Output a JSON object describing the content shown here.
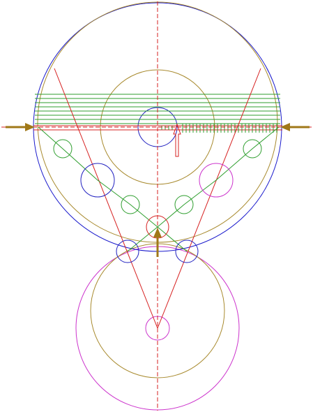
{
  "diagram": {
    "colors": {
      "background": "#ffffff",
      "outer_circle": "#1a1acc",
      "tan": "#a88a2e",
      "red": "#d62020",
      "green": "#2e9e2e",
      "blue": "#2020c0",
      "magenta": "#cc33cc",
      "arrow": "#a07818"
    },
    "elements": [
      "outer-circle",
      "upper-pitch-circle",
      "upper-inner-circle",
      "center-hub-circle",
      "horizontal-band-lines",
      "left-force-arrow",
      "right-force-arrow",
      "center-up-arrow",
      "small-open-arrow",
      "red-v-lines",
      "green-links",
      "lower-gear-circle",
      "lower-pitch-circle",
      "lower-hub-circle",
      "vertical-centerline",
      "horizontal-centerline"
    ]
  }
}
